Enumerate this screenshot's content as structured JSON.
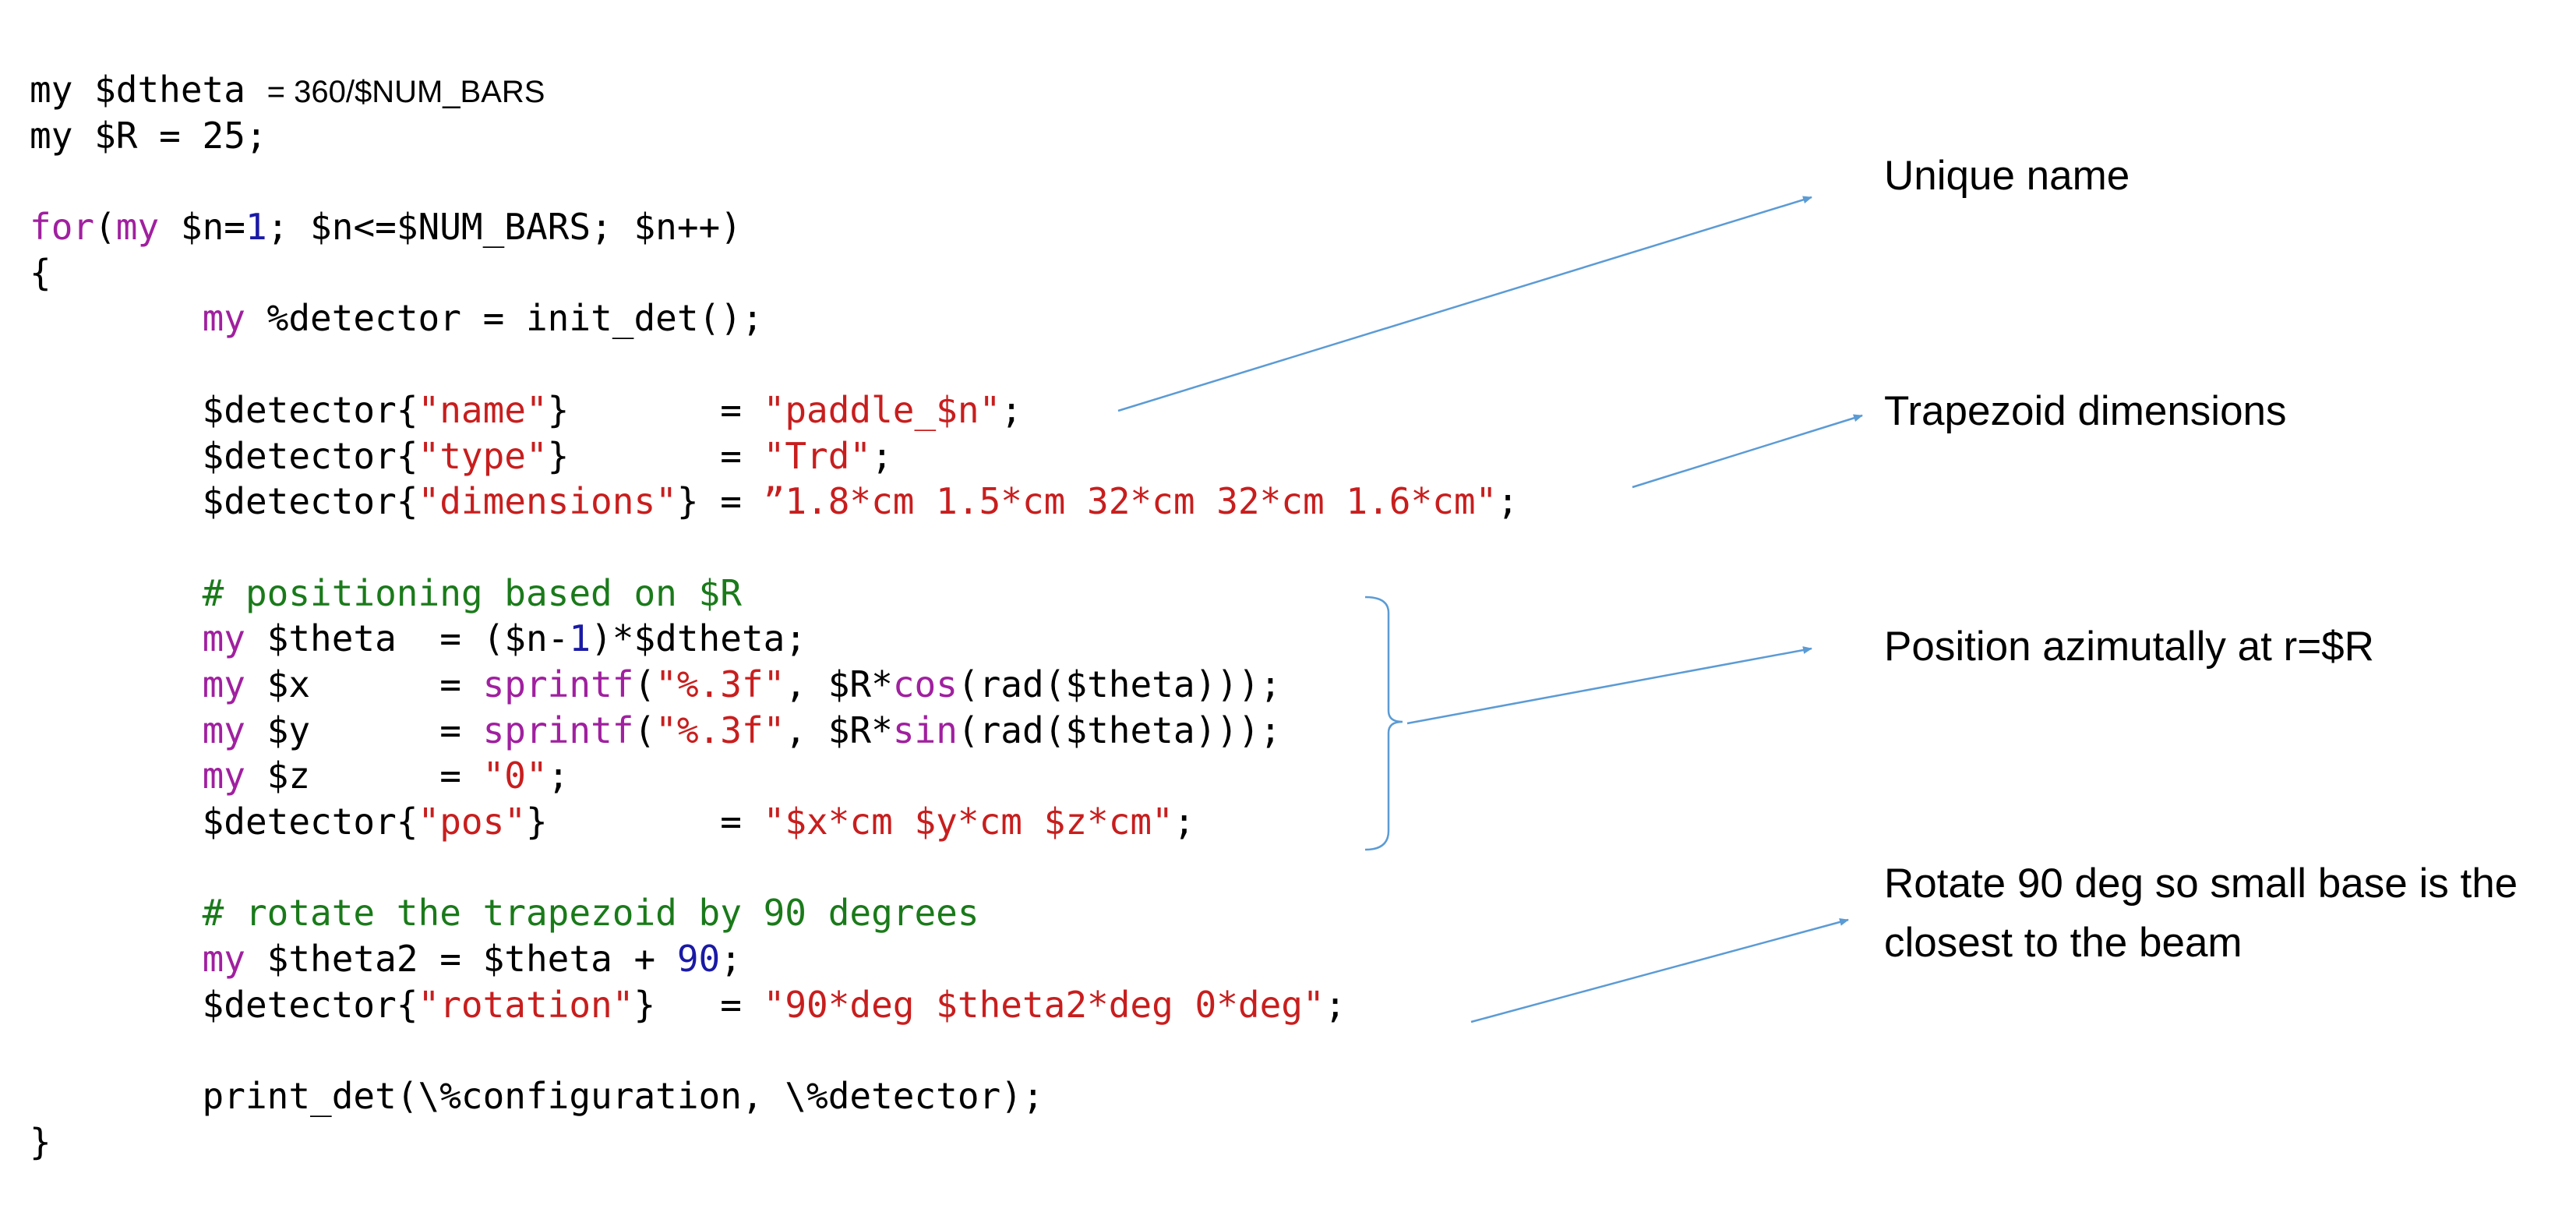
{
  "colors": {
    "default": "#000000",
    "keyword": "#a0209f",
    "string": "#c81e1e",
    "number": "#1a1aa6",
    "comment": "#1a7a1a",
    "annotation_line": "#5b9bd5"
  },
  "code_lines": [
    [
      {
        "t": "my $dtheta "
      },
      {
        "t": "= 360/$NUM_BARS",
        "c": "small"
      }
    ],
    [
      {
        "t": "my $R = 25;"
      }
    ],
    [],
    [
      {
        "t": "for",
        "c": "keyword"
      },
      {
        "t": "("
      },
      {
        "t": "my",
        "c": "keyword"
      },
      {
        "t": " $n="
      },
      {
        "t": "1",
        "c": "number"
      },
      {
        "t": "; $n<=$NUM_BARS; $n++)"
      }
    ],
    [
      {
        "t": "{"
      }
    ],
    [
      {
        "t": "        "
      },
      {
        "t": "my",
        "c": "keyword"
      },
      {
        "t": " %detector = init_det();"
      }
    ],
    [],
    [
      {
        "t": "        $detector{"
      },
      {
        "t": "\"name\"",
        "c": "string"
      },
      {
        "t": "}       = "
      },
      {
        "t": "\"paddle_$n\"",
        "c": "string"
      },
      {
        "t": ";"
      }
    ],
    [
      {
        "t": "        $detector{"
      },
      {
        "t": "\"type\"",
        "c": "string"
      },
      {
        "t": "}       = "
      },
      {
        "t": "\"Trd\"",
        "c": "string"
      },
      {
        "t": ";"
      }
    ],
    [
      {
        "t": "        $detector{"
      },
      {
        "t": "\"dimensions\"",
        "c": "string"
      },
      {
        "t": "} = "
      },
      {
        "t": "”1.8*cm 1.5*cm 32*cm 32*cm 1.6*cm\"",
        "c": "string"
      },
      {
        "t": ";"
      }
    ],
    [],
    [
      {
        "t": "        "
      },
      {
        "t": "# positioning based on $R",
        "c": "comment"
      }
    ],
    [
      {
        "t": "        "
      },
      {
        "t": "my",
        "c": "keyword"
      },
      {
        "t": " $theta  = ($n-"
      },
      {
        "t": "1",
        "c": "number"
      },
      {
        "t": ")*$dtheta;"
      }
    ],
    [
      {
        "t": "        "
      },
      {
        "t": "my",
        "c": "keyword"
      },
      {
        "t": " $x      = "
      },
      {
        "t": "sprintf",
        "c": "keyword"
      },
      {
        "t": "("
      },
      {
        "t": "\"%.3f\"",
        "c": "string"
      },
      {
        "t": ", $R*"
      },
      {
        "t": "cos",
        "c": "keyword"
      },
      {
        "t": "(rad($theta)));"
      }
    ],
    [
      {
        "t": "        "
      },
      {
        "t": "my",
        "c": "keyword"
      },
      {
        "t": " $y      = "
      },
      {
        "t": "sprintf",
        "c": "keyword"
      },
      {
        "t": "("
      },
      {
        "t": "\"%.3f\"",
        "c": "string"
      },
      {
        "t": ", $R*"
      },
      {
        "t": "sin",
        "c": "keyword"
      },
      {
        "t": "(rad($theta)));"
      }
    ],
    [
      {
        "t": "        "
      },
      {
        "t": "my",
        "c": "keyword"
      },
      {
        "t": " $z      = "
      },
      {
        "t": "\"0\"",
        "c": "string"
      },
      {
        "t": ";"
      }
    ],
    [
      {
        "t": "        $detector{"
      },
      {
        "t": "\"pos\"",
        "c": "string"
      },
      {
        "t": "}        = "
      },
      {
        "t": "\"$x*cm $y*cm $z*cm\"",
        "c": "string"
      },
      {
        "t": ";"
      }
    ],
    [],
    [
      {
        "t": "        "
      },
      {
        "t": "# rotate the trapezoid by 90 degrees",
        "c": "comment"
      }
    ],
    [
      {
        "t": "        "
      },
      {
        "t": "my",
        "c": "keyword"
      },
      {
        "t": " $theta2 = $theta + "
      },
      {
        "t": "90",
        "c": "number"
      },
      {
        "t": ";"
      }
    ],
    [
      {
        "t": "        $detector{"
      },
      {
        "t": "\"rotation\"",
        "c": "string"
      },
      {
        "t": "}   = "
      },
      {
        "t": "\"90*deg $theta2*deg 0*deg\"",
        "c": "string"
      },
      {
        "t": ";"
      }
    ],
    [],
    [
      {
        "t": "        print_det(\\%configuration, \\%detector);"
      }
    ],
    [
      {
        "t": "}"
      }
    ]
  ],
  "annotations": {
    "unique_name": "Unique name",
    "trapezoid_dimensions": "Trapezoid dimensions",
    "position": "Position azimutally at r=$R",
    "rotate_line1": "Rotate 90 deg so small base is the",
    "rotate_line2": "closest to the beam"
  }
}
